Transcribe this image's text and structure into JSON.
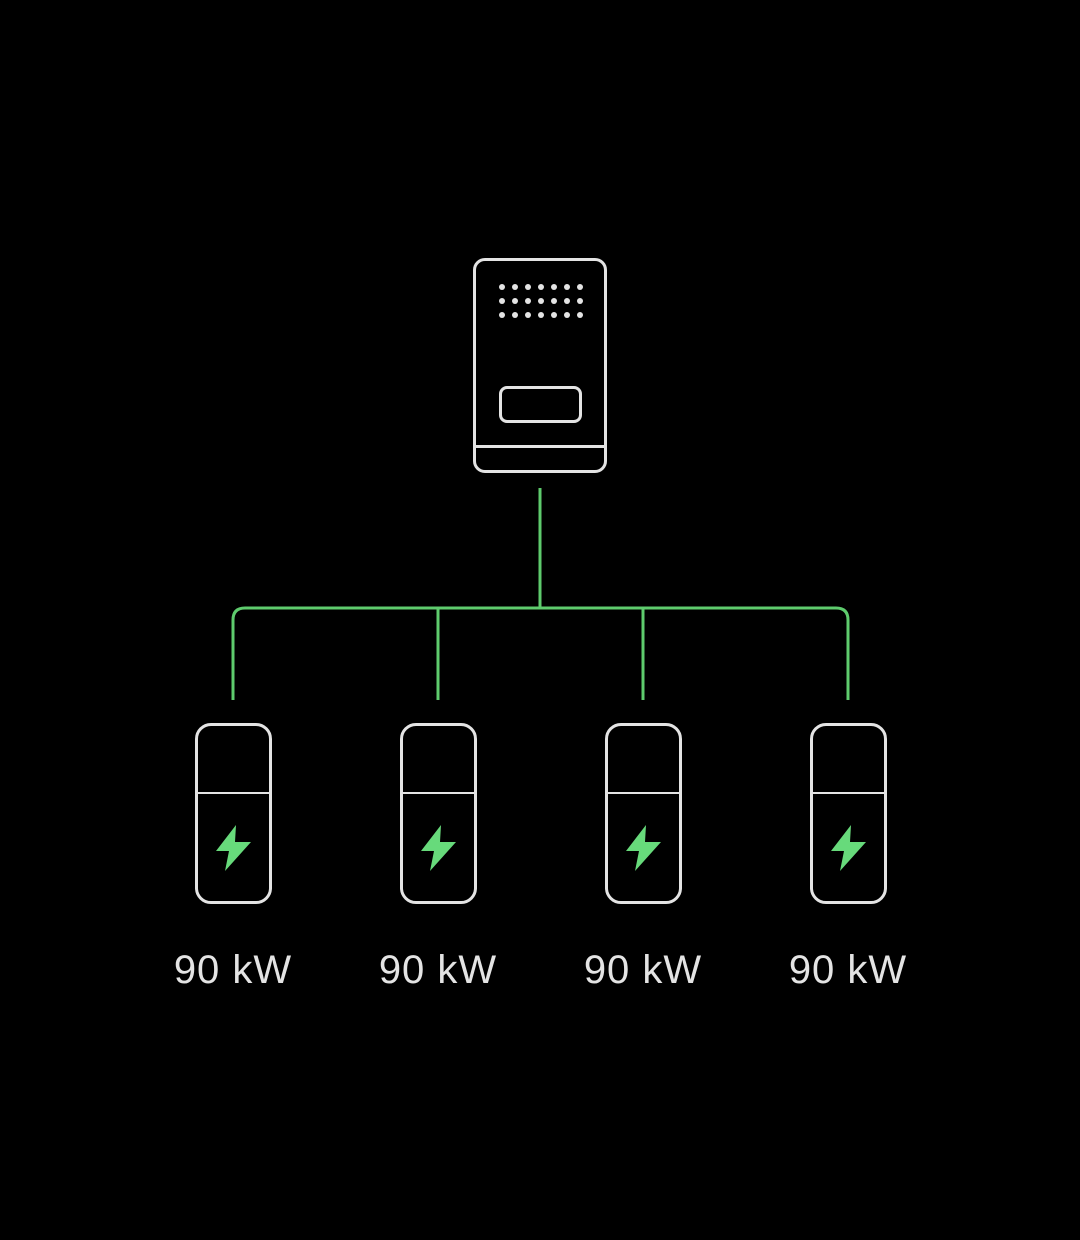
{
  "colors": {
    "background": "#000000",
    "outline": "#e4e4e4",
    "connector": "#5ecb6d",
    "bolt": "#67da7b",
    "label": "#e4e4e4"
  },
  "diagram": {
    "cabinet": {
      "name": "power-cabinet",
      "vent_rows": 3,
      "vent_cols": 7
    },
    "chargers": [
      {
        "label": "90 kW"
      },
      {
        "label": "90 kW"
      },
      {
        "label": "90 kW"
      },
      {
        "label": "90 kW"
      }
    ]
  }
}
